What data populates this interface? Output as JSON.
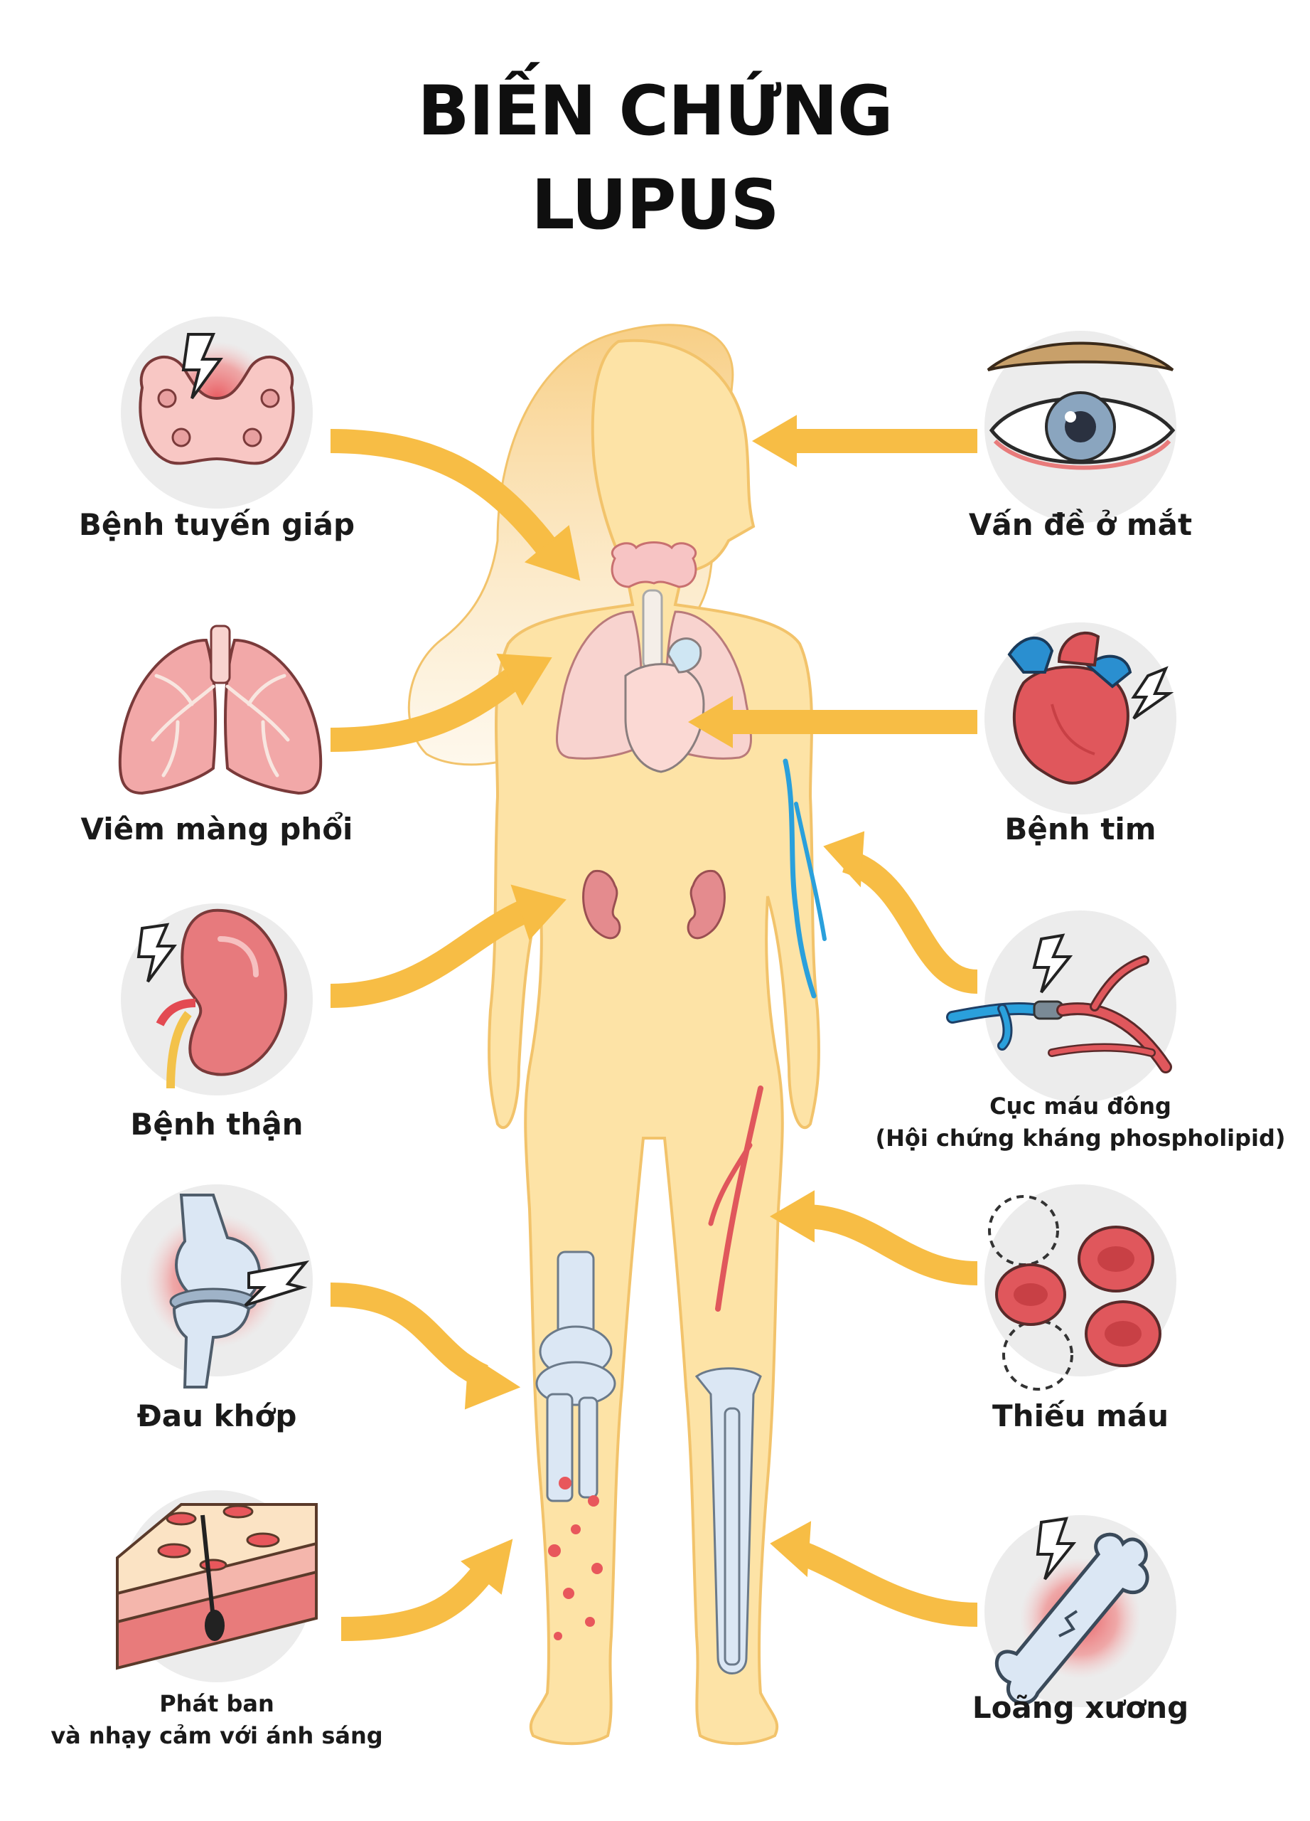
{
  "title": {
    "line1": "BIẾN CHỨNG",
    "line2": "LUPUS"
  },
  "labels": {
    "thyroid": "Bệnh tuyến giáp",
    "lungs": "Viêm màng phổi",
    "kidney": "Bệnh thận",
    "joint": "Đau khớp",
    "rash_line1": "Phát ban",
    "rash_line2": "và nhạy cảm với ánh sáng",
    "eye": "Vấn đề ở mắt",
    "heart": "Bệnh tim",
    "clot_line1": "Cục máu đông",
    "clot_line2": "(Hội chứng kháng phospholipid)",
    "anemia": "Thiếu máu",
    "bone": "Loãng xương"
  },
  "colors": {
    "body": "#fde3a6",
    "body_outline": "#f2c36b",
    "arrow": "#f7bd45",
    "organ_pink": "#f2a8a8",
    "organ_red": "#e0575c",
    "vein_blue": "#2aa0dc",
    "bone_blue": "#c8dcf0",
    "circle_bg": "#ececec"
  }
}
